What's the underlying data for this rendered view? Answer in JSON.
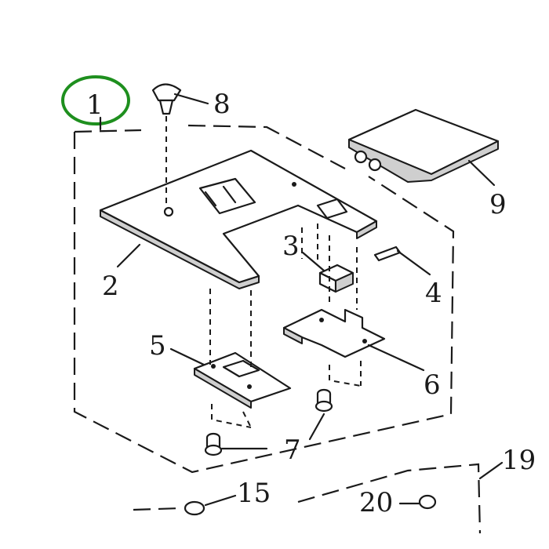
{
  "callouts": [
    {
      "id": "1",
      "label": "1"
    },
    {
      "id": "2",
      "label": "2"
    },
    {
      "id": "3",
      "label": "3"
    },
    {
      "id": "4",
      "label": "4"
    },
    {
      "id": "5",
      "label": "5"
    },
    {
      "id": "6",
      "label": "6"
    },
    {
      "id": "7",
      "label": "7"
    },
    {
      "id": "8",
      "label": "8"
    },
    {
      "id": "9",
      "label": "9"
    },
    {
      "id": "15",
      "label": "15"
    },
    {
      "id": "19",
      "label": "19"
    },
    {
      "id": "20",
      "label": "20"
    }
  ],
  "highlight": {
    "target": "1",
    "color": "#1e8f1e"
  },
  "colors": {
    "ink": "#1a1a1a",
    "background": "#ffffff"
  }
}
